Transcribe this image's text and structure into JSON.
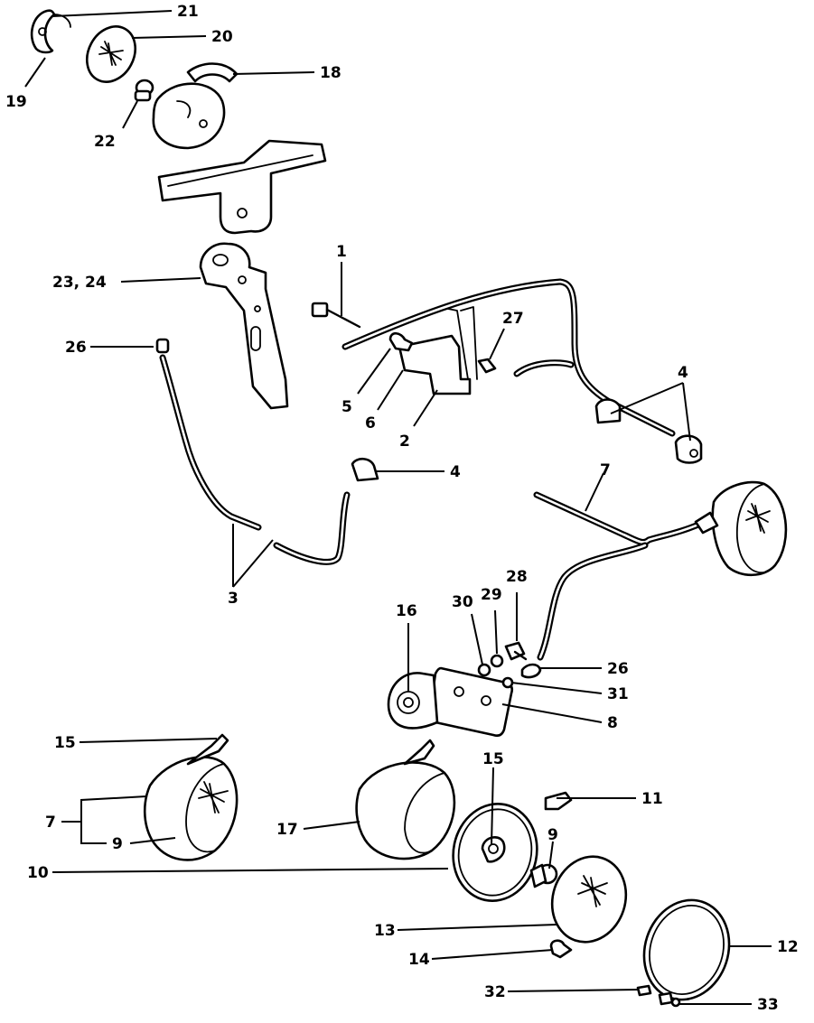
{
  "diagram": {
    "callouts": [
      {
        "id": "c21",
        "text": "21"
      },
      {
        "id": "c20",
        "text": "20"
      },
      {
        "id": "c19",
        "text": "19"
      },
      {
        "id": "c18",
        "text": "18"
      },
      {
        "id": "c22",
        "text": "22"
      },
      {
        "id": "c1",
        "text": "1"
      },
      {
        "id": "c23",
        "text": "23, 24"
      },
      {
        "id": "c27",
        "text": "27"
      },
      {
        "id": "c26a",
        "text": "26"
      },
      {
        "id": "c4a",
        "text": "4"
      },
      {
        "id": "c5",
        "text": "5"
      },
      {
        "id": "c6",
        "text": "6"
      },
      {
        "id": "c2",
        "text": "2"
      },
      {
        "id": "c4b",
        "text": "4"
      },
      {
        "id": "c7a",
        "text": "7"
      },
      {
        "id": "c3",
        "text": "3"
      },
      {
        "id": "c16",
        "text": "16"
      },
      {
        "id": "c30",
        "text": "30"
      },
      {
        "id": "c29",
        "text": "29"
      },
      {
        "id": "c28",
        "text": "28"
      },
      {
        "id": "c26b",
        "text": "26"
      },
      {
        "id": "c31",
        "text": "31"
      },
      {
        "id": "c8",
        "text": "8"
      },
      {
        "id": "c15a",
        "text": "15"
      },
      {
        "id": "c15b",
        "text": "15"
      },
      {
        "id": "c11",
        "text": "11"
      },
      {
        "id": "c7b",
        "text": "7"
      },
      {
        "id": "c9a",
        "text": "9"
      },
      {
        "id": "c17",
        "text": "17"
      },
      {
        "id": "c9b",
        "text": "9"
      },
      {
        "id": "c10",
        "text": "10"
      },
      {
        "id": "c13",
        "text": "13"
      },
      {
        "id": "c12",
        "text": "12"
      },
      {
        "id": "c14",
        "text": "14"
      },
      {
        "id": "c32",
        "text": "32"
      },
      {
        "id": "c33",
        "text": "33"
      }
    ]
  }
}
